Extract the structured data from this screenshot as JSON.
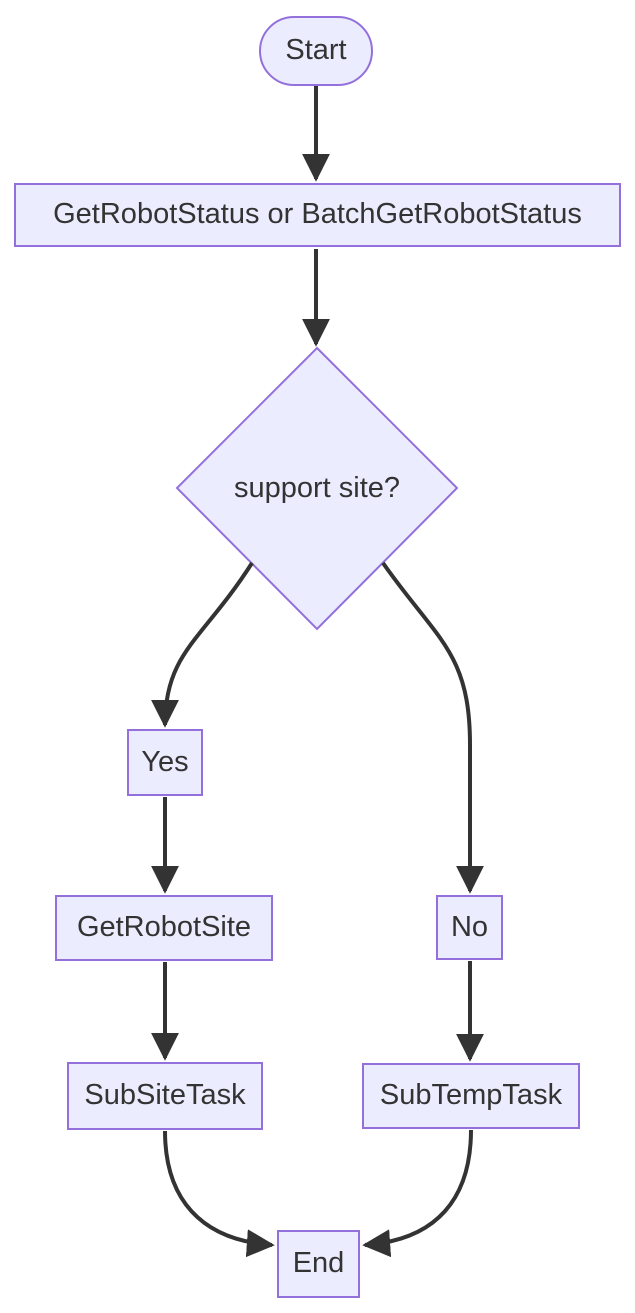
{
  "diagram": {
    "type": "flowchart",
    "direction": "top-down",
    "colors": {
      "node_fill": "#ECECFF",
      "node_border": "#9370DB",
      "edge": "#333333",
      "text": "#333333",
      "background": "#FFFFFF"
    },
    "nodes": [
      {
        "id": "start",
        "label": "Start",
        "shape": "stadium"
      },
      {
        "id": "status",
        "label": "GetRobotStatus or BatchGetRobotStatus",
        "shape": "rect"
      },
      {
        "id": "support",
        "label": "support site?",
        "shape": "diamond"
      },
      {
        "id": "yes",
        "label": "Yes",
        "shape": "rect"
      },
      {
        "id": "getsite",
        "label": "GetRobotSite",
        "shape": "rect"
      },
      {
        "id": "no",
        "label": "No",
        "shape": "rect"
      },
      {
        "id": "subsite",
        "label": "SubSiteTask",
        "shape": "rect"
      },
      {
        "id": "subtemp",
        "label": "SubTempTask",
        "shape": "rect"
      },
      {
        "id": "end",
        "label": "End",
        "shape": "rect"
      }
    ],
    "edges": [
      {
        "from": "start",
        "to": "status",
        "label": ""
      },
      {
        "from": "status",
        "to": "support",
        "label": ""
      },
      {
        "from": "support",
        "to": "yes",
        "label": ""
      },
      {
        "from": "yes",
        "to": "getsite",
        "label": ""
      },
      {
        "from": "getsite",
        "to": "subsite",
        "label": ""
      },
      {
        "from": "support",
        "to": "no",
        "label": ""
      },
      {
        "from": "no",
        "to": "subtemp",
        "label": ""
      },
      {
        "from": "subsite",
        "to": "end",
        "label": ""
      },
      {
        "from": "subtemp",
        "to": "end",
        "label": ""
      }
    ]
  }
}
